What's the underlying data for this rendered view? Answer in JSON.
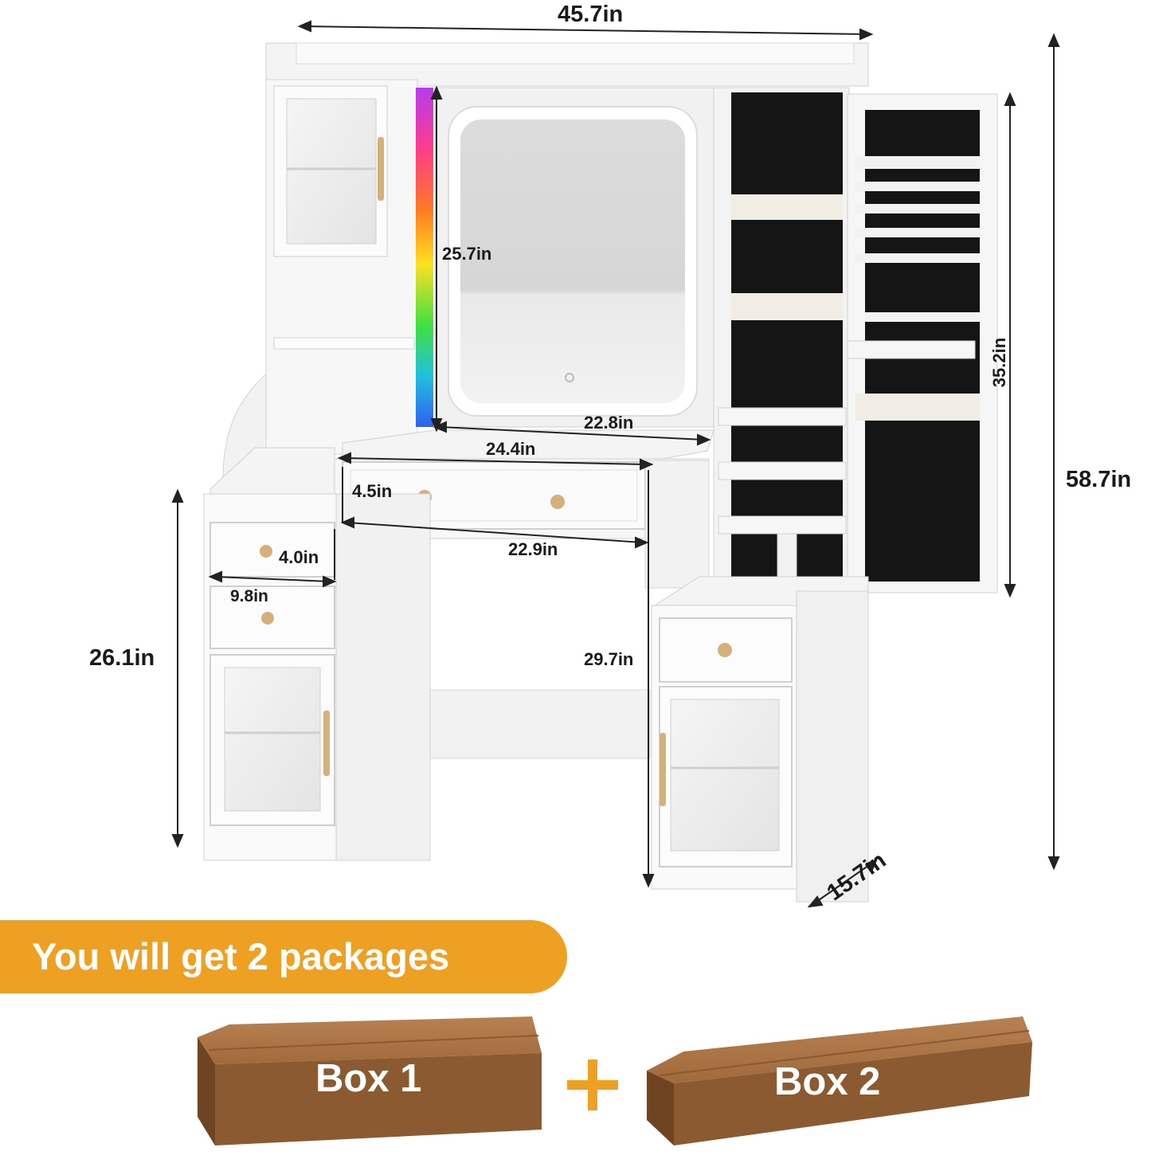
{
  "dimensions": {
    "total_width": "45.7in",
    "total_height": "58.7in",
    "mirror_height": "25.7in",
    "mirror_width": "22.8in",
    "desk_width": "24.4in",
    "drawer_height": "4.5in",
    "drawer_width": "22.9in",
    "small_drawer_height": "4.0in",
    "small_drawer_width": "9.8in",
    "left_cabinet_height": "26.1in",
    "desk_height": "29.7in",
    "jewelry_cabinet_height": "35.2in",
    "depth": "15.7in"
  },
  "banner": {
    "text": "You will get 2 packages",
    "color": "#eea023"
  },
  "packages": [
    {
      "label": "Box 1"
    },
    {
      "label": "Box 2"
    }
  ],
  "colors": {
    "furniture": "#ffffff",
    "jewelry_panel": "#151515",
    "box": "#8c5a30",
    "hardware": "#d4b07a"
  }
}
